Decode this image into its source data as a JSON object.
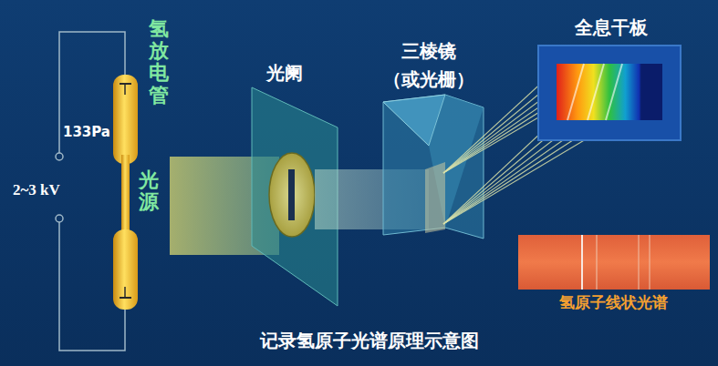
{
  "diagram": {
    "caption": "记录氢原子光谱原理示意图",
    "labels": [
      "氢放电管",
      "133Pa",
      "光源",
      "2~3 kV",
      "光阑",
      "三棱镜",
      "（或光栅）",
      "全息干板",
      "氢原子线状光谱"
    ]
  }
}
